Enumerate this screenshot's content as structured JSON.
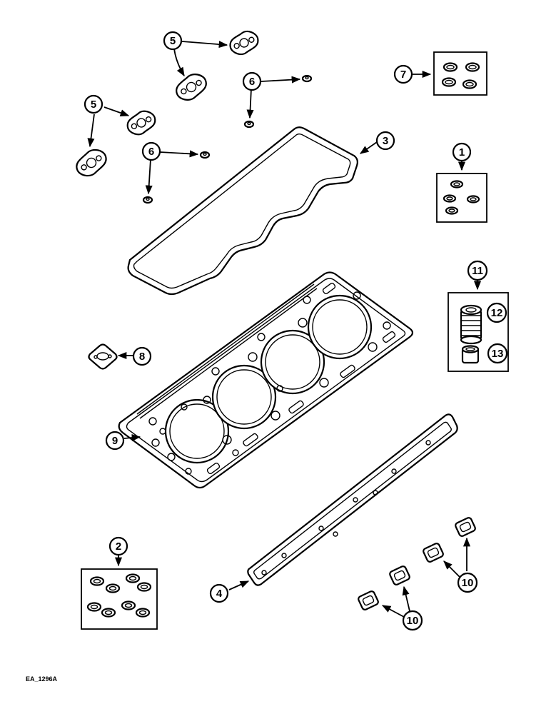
{
  "diagram": {
    "reference_code": "EA_1296A",
    "callouts": {
      "c1": "1",
      "c2": "2",
      "c3": "3",
      "c4": "4",
      "c5a": "5",
      "c5b": "5",
      "c6a": "6",
      "c6b": "6",
      "c7": "7",
      "c8": "8",
      "c9": "9",
      "c10a": "10",
      "c10b": "10",
      "c11": "11",
      "c12": "12",
      "c13": "13"
    },
    "parts": [
      "exhaust-flange-gasket",
      "rocker-cover-seal-washer",
      "o-ring-kit",
      "rocker-cover-gasket",
      "seal-kit",
      "injector-sleeve-kit",
      "cylinder-head-gasket",
      "water-outlet-gasket",
      "sump-gasket",
      "square-flange-gasket"
    ]
  }
}
